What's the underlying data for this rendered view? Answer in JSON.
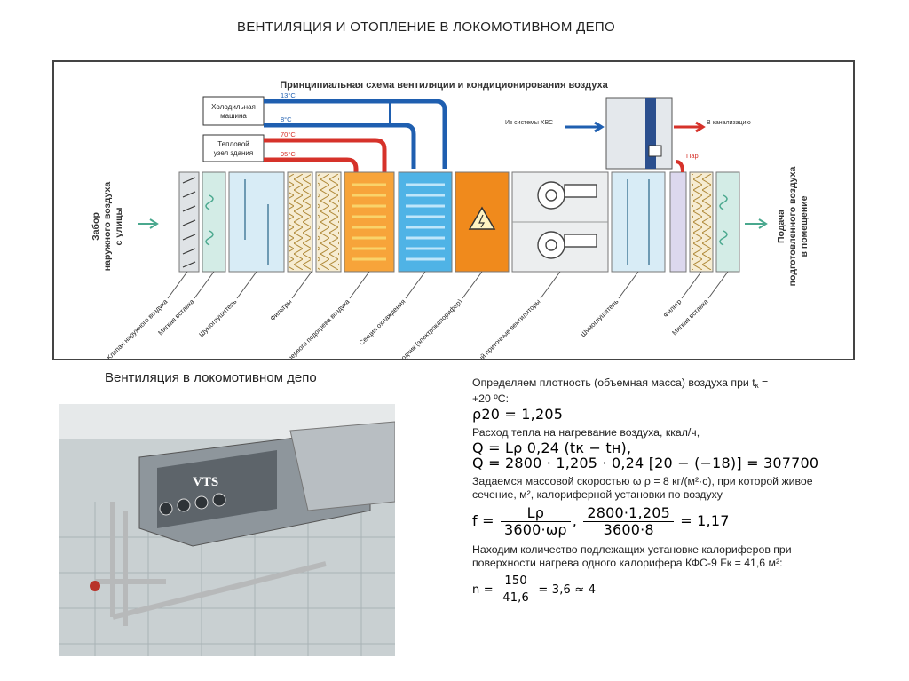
{
  "page_title": "ВЕНТИЛЯЦИЯ И ОТОПЛЕНИЕ В ЛОКОМОТИВНОМ ДЕПО",
  "scheme": {
    "title": "Принципиальная схема вентиляции и кондиционирования воздуха",
    "chiller_label_1": "Холодильная",
    "chiller_label_2": "машина",
    "heat_label_1": "Тепловой",
    "heat_label_2": "узел здания",
    "temp_13": "13°С",
    "temp_8": "8°С",
    "temp_70": "70°С",
    "temp_95": "95°С",
    "from_water": "Из системы ХВС",
    "to_sewer": "В канализацию",
    "steam": "Пар",
    "intake_1": "Забор",
    "intake_2": "наружного воздуха",
    "intake_3": "с улицы",
    "supply_1": "Подача",
    "supply_2": "подготовленного воздуха",
    "supply_3": "в помещение",
    "component_labels": [
      "Клапан наружного воздуха",
      "Мягкая вставка",
      "Шумоглушитель",
      "Фильтры",
      "Узел первого подогрева воздуха",
      "Секция охлаждения",
      "Доводчик (электрокалорифер)",
      "Основной и резервный приточные вентиляторы",
      "Шумоглушитель",
      "Фильтр",
      "Мягкая вставка"
    ]
  },
  "photo": {
    "caption": "Вентиляция в локомотивном депо",
    "brand": "VTS"
  },
  "calc": {
    "density_intro_a": "Определяем плотность (объемная масса) воздуха при t",
    "density_intro_sub": "к",
    "density_intro_b": " =",
    "density_intro_2": "+20 ºС:",
    "rho_eq": "ρ20 = 1,205",
    "heat_intro": "Расход тепла на нагревание воздуха, ккал/ч,",
    "q_formula": "Q = Lρ 0,24 (tк − tн),",
    "q_value": "Q = 2800 · 1,205 · 0,24 [20 − (−18)] = 307700",
    "mass_intro_1": "Задаемся массовой скоростью ω ρ = 8 кг/(м²·с), при которой живое",
    "mass_intro_2": "сечение, м², калориферной установки по воздуху",
    "f_lhs": "f =",
    "f_num1": "Lρ",
    "f_den1": "3600·ωρ",
    "f_num2": "2800·1,205",
    "f_den2": "3600·8",
    "f_result": "= 1,17",
    "count_intro_1": "Находим количество подлежащих установке калориферов при",
    "count_intro_2": "поверхности нагрева одного калорифера КФС-9 Fк = 41,6 м²:",
    "n_lhs": "n =",
    "n_num": "150",
    "n_den": "41,6",
    "n_result": "= 3,6 ≈ 4"
  }
}
